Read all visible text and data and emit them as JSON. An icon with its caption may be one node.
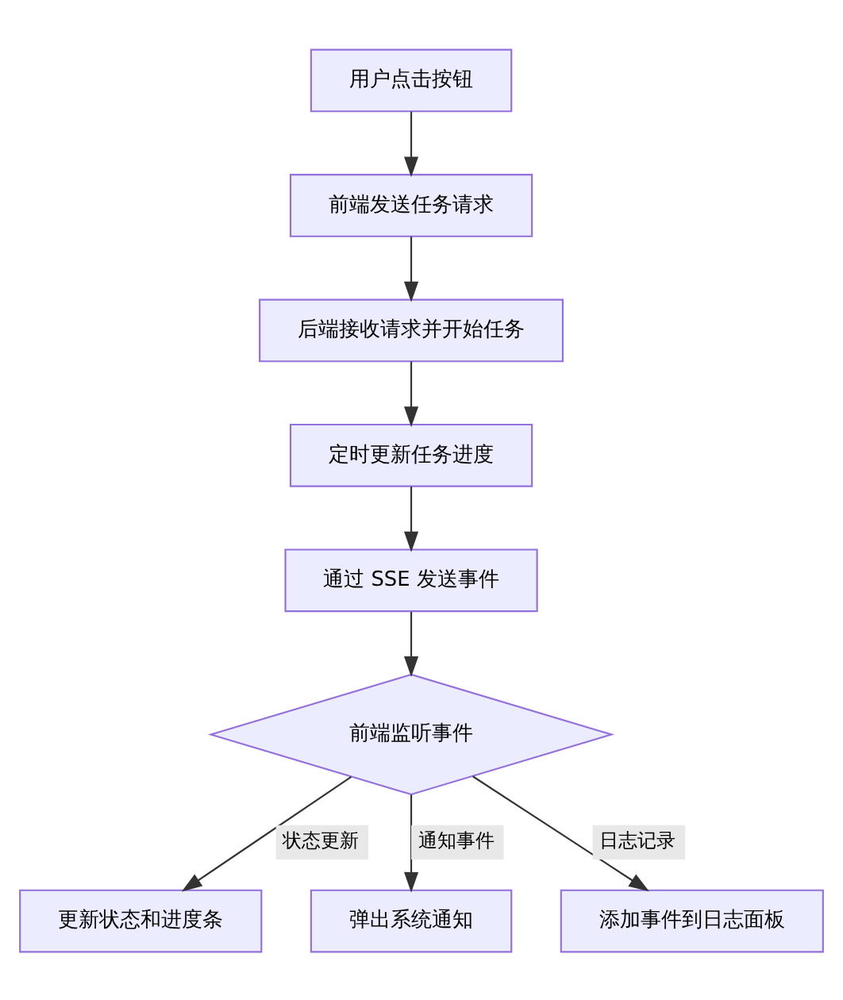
{
  "diagram": {
    "nodes": [
      {
        "text": [
          "用户点击按钮"
        ]
      },
      {
        "text": [
          "前端发送任务请求"
        ]
      },
      {
        "text": [
          "后端接收请求并开始任务"
        ]
      },
      {
        "text": [
          "定时更新任务进度"
        ]
      },
      {
        "text": [
          "通过 SSE 发送事件"
        ]
      },
      {
        "text": [
          "前端监听事件"
        ]
      },
      {
        "text": [
          "更新状态和进度条"
        ]
      },
      {
        "text": [
          "弹出系统通知"
        ]
      },
      {
        "text": [
          "添加事件到日志面板"
        ]
      }
    ],
    "edges": [
      {
        "from": 0,
        "to": 1,
        "arrow": "to"
      },
      {
        "from": 1,
        "to": 2,
        "arrow": "to"
      },
      {
        "from": 2,
        "to": 3,
        "arrow": "to"
      },
      {
        "from": 3,
        "to": 4,
        "arrow": "to"
      },
      {
        "from": 4,
        "to": 5,
        "arrow": "to"
      },
      {
        "from": 5,
        "to": 6,
        "arrow": "to",
        "label": "状态更新"
      },
      {
        "from": 5,
        "to": 7,
        "arrow": "to",
        "label": "通知事件"
      },
      {
        "from": 5,
        "to": 8,
        "arrow": "to",
        "label": "日志记录"
      }
    ]
  }
}
